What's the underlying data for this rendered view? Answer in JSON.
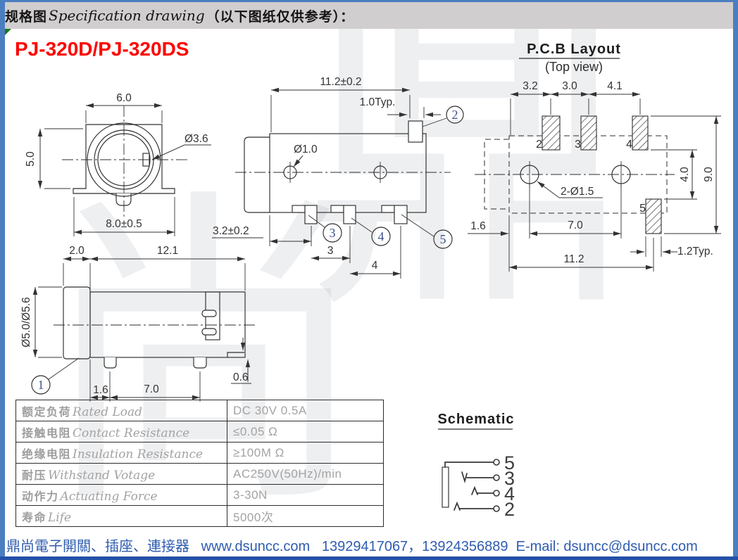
{
  "page": {
    "header_cn": "规格图",
    "header_en": "Specification drawing",
    "header_note": "（以下图纸仅供参考）：",
    "product_title": "PJ-320D/PJ-320DS",
    "footer": "鼎尚電子開關、插座、連接器   www.dsuncc.com   13929417067，13924356889  E-mail: dsuncc@dsuncc.com",
    "watermark": [
      "鼎",
      "尚"
    ],
    "accent_red": "#fe0000",
    "footer_blue": "#2f5cb0",
    "frame_blue": "#4a7ec0"
  },
  "views": {
    "front": {
      "w_top": "6.0",
      "h": "5.0",
      "hole": "Ø3.6",
      "w_bottom": "8.0±0.5"
    },
    "side": {
      "len": "11.2±0.2",
      "tab": "1.0Typ.",
      "hole": "Ø1.0",
      "off": "3.2±0.2",
      "p1": "3",
      "p2": "4",
      "c2": "2",
      "c3": "3",
      "c4": "4",
      "c5": "5"
    },
    "pcb": {
      "title": "P.C.B Layout",
      "sub": "(Top view)",
      "d1": "3.2",
      "d2": "3.0",
      "d3": "4.1",
      "dv": "4.0",
      "dh": "9.0",
      "b1": "1.6",
      "b2": "7.0",
      "b3": "11.2",
      "typ": "1.2Typ.",
      "holes": "2-Ø1.5",
      "n2": "2",
      "n3": "3",
      "n4": "4",
      "n5": "5"
    },
    "profile": {
      "d1": "2.0",
      "d2": "12.1",
      "dia": "Ø5.0/Ø5.6",
      "b1": "1.6",
      "b2": "7.0",
      "step": "0.6",
      "c1": "1"
    }
  },
  "schematic": {
    "title": "Schematic",
    "pins": [
      "5",
      "3",
      "4",
      "2"
    ]
  },
  "spec_table": {
    "rows": [
      {
        "cn": "额定负荷",
        "en": "Rated Load",
        "value": "DC 30V 0.5A"
      },
      {
        "cn": "接触电阻",
        "en": "Contact Resistance",
        "value": "≤0.05 Ω"
      },
      {
        "cn": "绝缘电阻",
        "en": "Insulation Resistance",
        "value": "≥100M Ω"
      },
      {
        "cn": "耐压",
        "en": "Withstand Votage",
        "value": "AC250V(50Hz)/min"
      },
      {
        "cn": "动作力",
        "en": "Actuating Force",
        "value": "3-30N"
      },
      {
        "cn": "寿命",
        "en": "Life",
        "value": "5000次"
      }
    ]
  }
}
